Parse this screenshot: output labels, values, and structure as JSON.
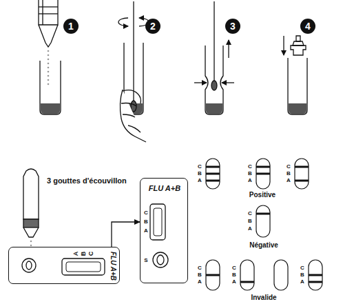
{
  "diagram": {
    "nodes": [
      {
        "text": [
          "1"
        ]
      },
      {
        "text": [
          "2"
        ]
      },
      {
        "text": [
          "3"
        ]
      },
      {
        "text": [
          "4"
        ]
      },
      {
        "text": [
          "A",
          "B",
          "C",
          "FLU A+B"
        ]
      },
      {
        "text": [
          "FLU A+B",
          "C",
          "B",
          "A",
          "S"
        ]
      }
    ],
    "edges": [
      {
        "from": 4,
        "to": 5,
        "arrow": "to"
      }
    ],
    "labels": [
      "3 gouttes d'écouvillon",
      "C",
      "B",
      "A",
      "C",
      "B",
      "A",
      "C",
      "B",
      "A",
      "Positive",
      "C",
      "B",
      "A",
      "Négative",
      "C",
      "B",
      "A",
      "C",
      "B",
      "A",
      "C",
      "B",
      "A",
      "Invalide"
    ]
  }
}
